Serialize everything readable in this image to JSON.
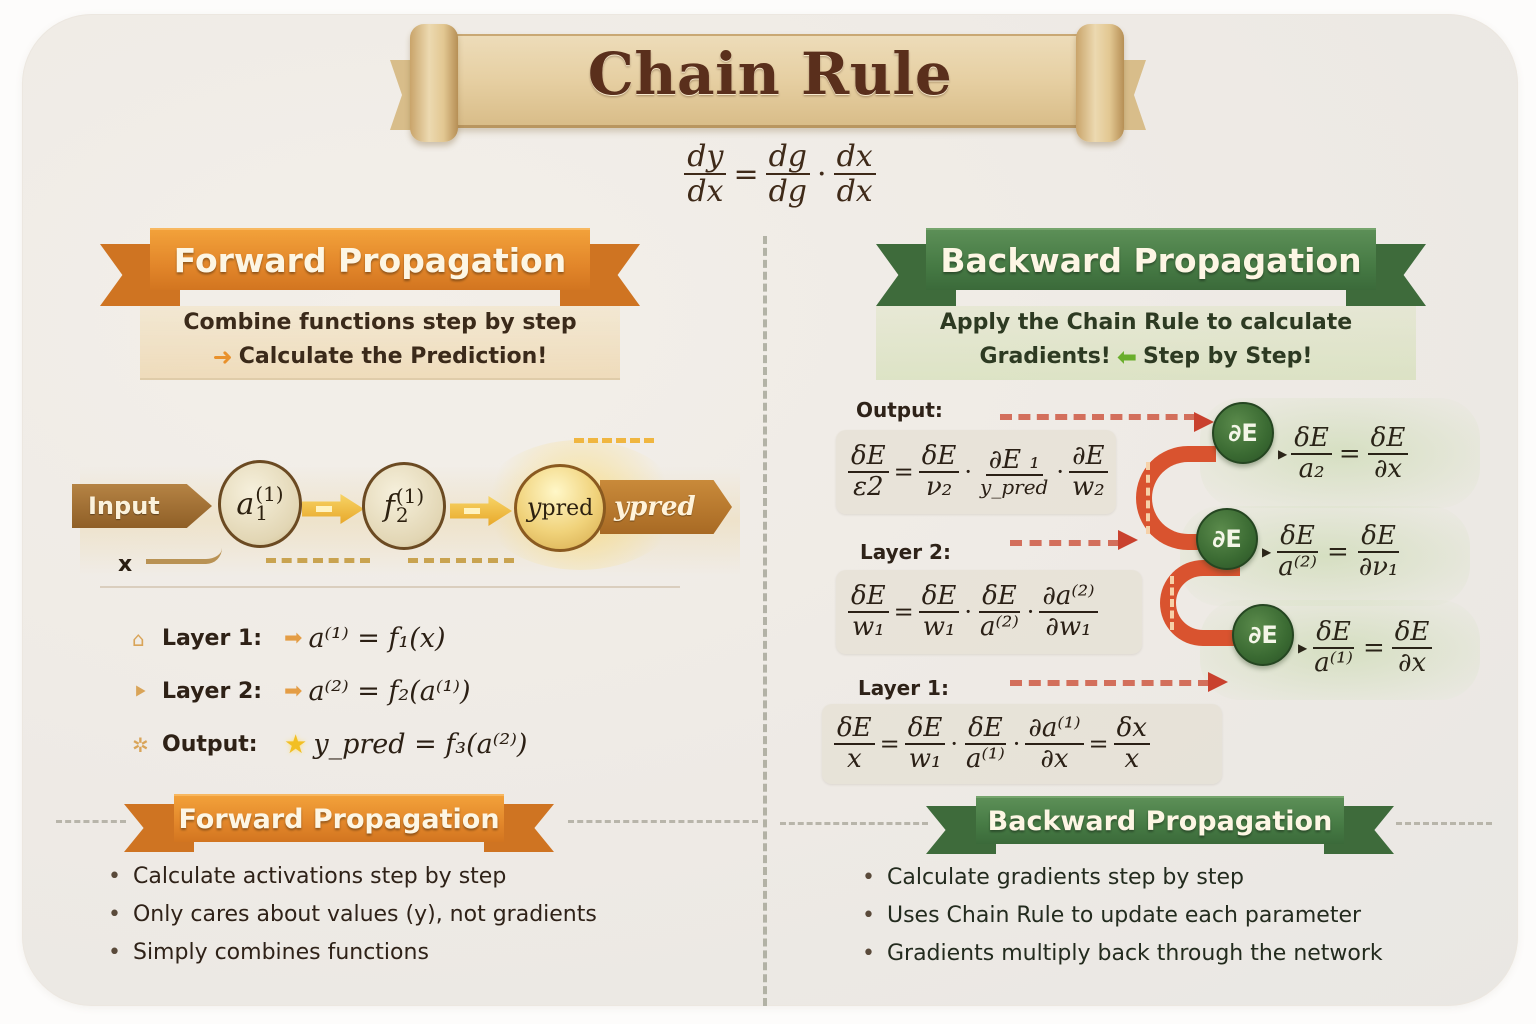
{
  "title": "Chain Rule",
  "main_formula": {
    "lhs": {
      "num": "dy",
      "den": "dx"
    },
    "equals": "=",
    "rhs": [
      {
        "num": "dg",
        "den": "dg"
      },
      {
        "num": "dx",
        "den": "dx"
      }
    ],
    "dot": "·"
  },
  "forward": {
    "ribbon": "Forward Propagation",
    "subtitle_line1": "Combine functions step by step",
    "subtitle_line2": "Calculate the Prediction!",
    "subtitle_icon": "arrow-right-icon",
    "flow": {
      "input_tag": "Input",
      "x_label": "x",
      "node1": {
        "base": "a",
        "sub": "1",
        "sup": "(1)"
      },
      "node2": {
        "base": "f",
        "sub": "2",
        "sup": "(1)"
      },
      "node3": {
        "base": "y",
        "sub": "pred"
      },
      "output_tag": "ypred"
    },
    "layers": [
      {
        "icon": "house-icon",
        "label": "Layer 1:",
        "marker": "arrow-right-icon",
        "formula": "a⁽¹⁾ = f₁(x)"
      },
      {
        "icon": "bookmark-icon",
        "label": "Layer 2:",
        "marker": "arrow-right-icon",
        "formula": "a⁽²⁾ = f₂(a⁽¹⁾)"
      },
      {
        "icon": "sparkle-icon",
        "label": "Output:",
        "marker": "star-icon",
        "formula": "y_pred = f₃(a⁽²⁾)"
      }
    ],
    "summary_ribbon": "Forward Propagation",
    "bullets": [
      "Calculate activations step by step",
      "Only cares about values (y), not gradients",
      "Simply combines functions"
    ]
  },
  "backward": {
    "ribbon": "Backward Propagation",
    "subtitle_line1": "Apply the Chain Rule to calculate",
    "subtitle_line2a": "Gradients!",
    "subtitle_line2b": "Step by Step!",
    "subtitle_icon": "arrow-left-icon",
    "equations": [
      {
        "label": "Output:",
        "terms": [
          {
            "num": "δE",
            "den": "ε2"
          },
          {
            "num": "δE",
            "den": "ν₂"
          },
          {
            "num": "∂E ₁",
            "den": "y_pred"
          },
          {
            "num": "∂E",
            "den": "w₂"
          }
        ]
      },
      {
        "label": "Layer 2:",
        "terms": [
          {
            "num": "δE",
            "den": "w₁"
          },
          {
            "num": "δE",
            "den": "w₁"
          },
          {
            "num": "δE",
            "den": "a⁽²⁾"
          },
          {
            "num": "∂a⁽²⁾",
            "den": "∂w₁"
          }
        ]
      },
      {
        "label": "Layer 1:",
        "terms": [
          {
            "num": "δE",
            "den": "x"
          },
          {
            "num": "δE",
            "den": "w₁"
          },
          {
            "num": "δE",
            "den": "a⁽¹⁾"
          },
          {
            "num": "∂a⁽¹⁾",
            "den": "∂x"
          },
          {
            "num": "δx",
            "den": "x"
          }
        ]
      }
    ],
    "gradient_nodes": [
      {
        "label": "∂E",
        "lhs": {
          "num": "δE",
          "den": "a₂"
        },
        "rhs": {
          "num": "δE",
          "den": "∂x"
        }
      },
      {
        "label": "∂E",
        "lhs": {
          "num": "δE",
          "den": "a⁽²⁾"
        },
        "rhs": {
          "num": "δE",
          "den": "∂ν₁"
        }
      },
      {
        "label": "∂E",
        "lhs": {
          "num": "δE",
          "den": "a⁽¹⁾"
        },
        "rhs": {
          "num": "δE",
          "den": "∂x"
        }
      }
    ],
    "summary_ribbon": "Backward Propagation",
    "bullets": [
      "Calculate gradients step by step",
      "Uses Chain Rule to update each parameter",
      "Gradients multiply back through the network"
    ]
  },
  "symbols": {
    "equals": "=",
    "dot": "·"
  },
  "colors": {
    "forward_accent": "#e2862a",
    "backward_accent": "#467a44",
    "title_text": "#5a2f1c",
    "gradient_arrow": "#d9532f",
    "background": "#eeeae5"
  }
}
